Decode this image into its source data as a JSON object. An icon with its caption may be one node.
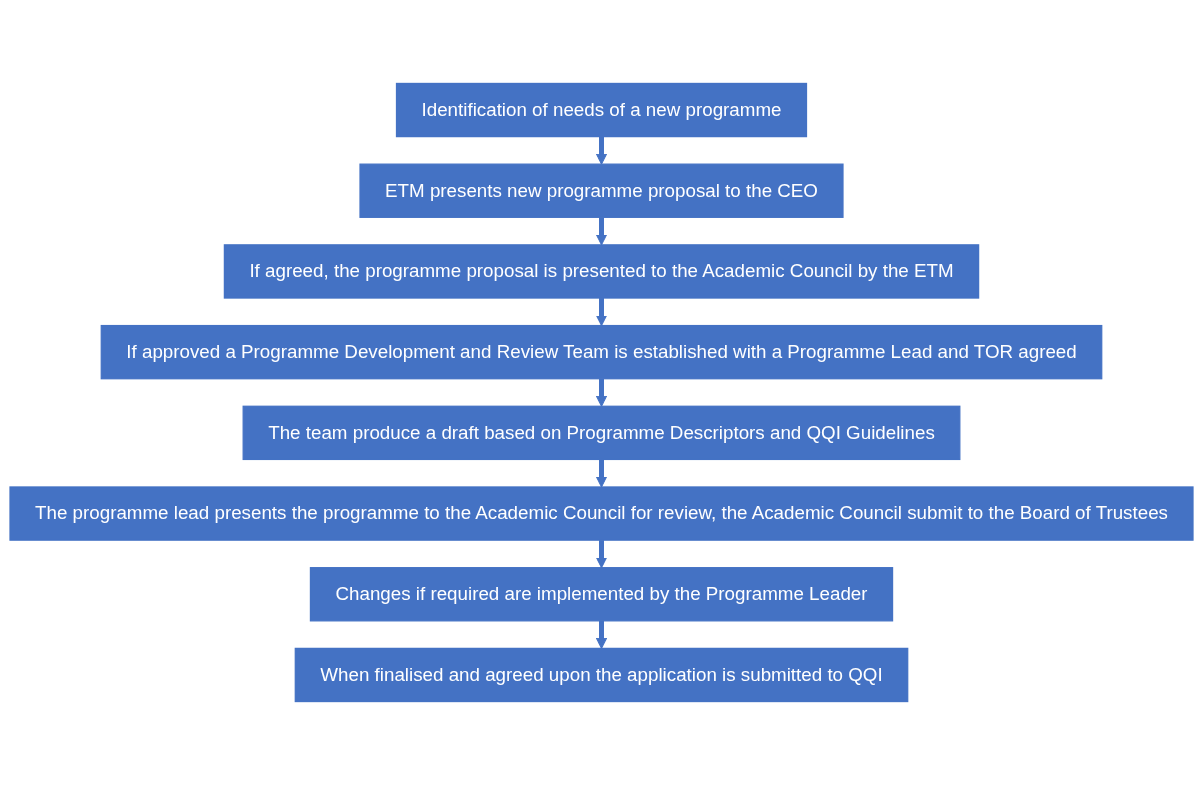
{
  "diagram": {
    "nodes": [
      {
        "text": [
          "Identification of needs of a new programme"
        ]
      },
      {
        "text": [
          "ETM presents new programme proposal to the CEO"
        ]
      },
      {
        "text": [
          "If agreed, the programme proposal is presented to the Academic Council by the ETM"
        ]
      },
      {
        "text": [
          "If approved a Programme Development and  Review Team is established with a Programme Lead and TOR agreed"
        ]
      },
      {
        "text": [
          "The team produce a draft based on Programme Descriptors and QQI Guidelines"
        ]
      },
      {
        "text": [
          "The programme lead presents the programme to the Academic Council for review, the Academic Council submit to the Board of Trustees"
        ]
      },
      {
        "text": [
          "Changes if required are implemented by the Programme Leader"
        ]
      },
      {
        "text": [
          "When finalised and agreed upon the application is submitted to QQI"
        ]
      }
    ],
    "edges": [
      {
        "from": 0,
        "to": 1,
        "arrow": "to"
      },
      {
        "from": 1,
        "to": 2,
        "arrow": "to"
      },
      {
        "from": 2,
        "to": 3,
        "arrow": "to"
      },
      {
        "from": 3,
        "to": 4,
        "arrow": "to"
      },
      {
        "from": 4,
        "to": 5,
        "arrow": "to"
      },
      {
        "from": 5,
        "to": 6,
        "arrow": "to"
      },
      {
        "from": 6,
        "to": 7,
        "arrow": "to"
      }
    ]
  }
}
